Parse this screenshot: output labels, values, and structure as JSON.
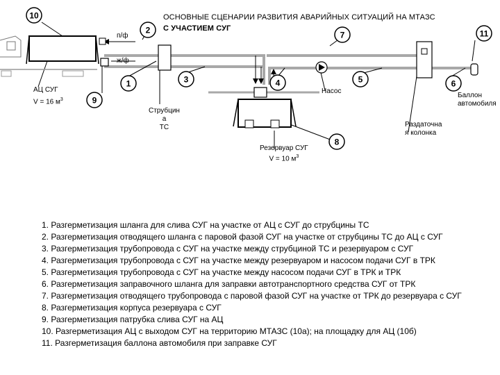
{
  "title": {
    "line1": "ОСНОВНЫЕ СЦЕНАРИИ РАЗВИТИЯ АВАРИЙНЫХ СИТУАЦИЙ НА МТАЗС",
    "line2": "С УЧАСТИЕМ СУГ"
  },
  "diagram": {
    "markers": [
      "1",
      "2",
      "3",
      "4",
      "5",
      "6",
      "7",
      "8",
      "9",
      "10",
      "11"
    ],
    "labels": {
      "tanker_name": "АЦ СУГ",
      "tanker_volume": "V = 16 м",
      "tanker_volume_sup": "3",
      "vapor_line": "п/ф",
      "liquid_line": "ж/ф",
      "coupling_l1": "Струбцин",
      "coupling_l2": "а",
      "coupling_l3": "ТС",
      "pump": "Насос",
      "reservoir_name": "Резервуар СУГ",
      "reservoir_volume": "V = 10 м",
      "reservoir_volume_sup": "3",
      "dispenser_l1": "Раздаточна",
      "dispenser_l2": "я колонка",
      "cylinder_l1": "Баллон",
      "cylinder_l2": "автомобиля"
    }
  },
  "scenarios": [
    "1. Разгерметизация шланга для слива СУГ на участке от АЦ с СУГ до струбцины ТС",
    "2. Разгерметизация отводящего шланга с паровой фазой СУГ на участке от струбцины ТС до АЦ с СУГ",
    "3. Разгерметизация трубопровода с СУГ на участке между струбциной ТС и резервуаром с СУГ",
    "4. Разгерметизация трубопровода с СУГ на участке между резервуаром и насосом подачи СУГ в ТРК",
    "5. Разгерметизация трубопровода с СУГ на участке между насосом подачи СУГ в ТРК и ТРК",
    "6. Разгерметизация заправочного шланга для заправки автотранспортного средства СУГ от ТРК",
    "7. Разгерметизация отводящего трубопровода с паровой фазой СУГ на участке от ТРК до резервуара с СУГ",
    "8. Разгерметизация корпуса резервуара с СУГ",
    "9. Разгерметизация патрубка слива СУГ на АЦ",
    "10. Разгерметизация АЦ с выходом СУГ на территорию МТАЗС (10а); на площадку для АЦ (10б)",
    "11. Разгерметизация баллона автомобиля при заправке СУГ"
  ]
}
